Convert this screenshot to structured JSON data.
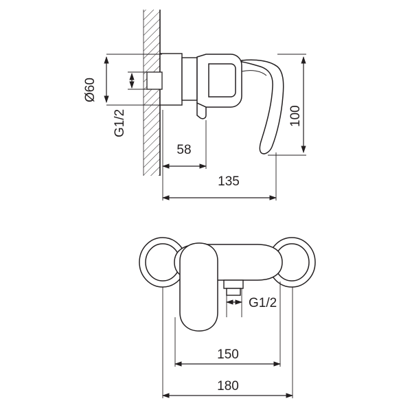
{
  "drawing": {
    "title": "Shower mixer tap technical dimension drawing",
    "stroke_color": "#231f20",
    "fill_color": "#ffffff",
    "background": "#ffffff",
    "views": [
      {
        "name": "side-elevation",
        "description": "Side view of wall-mounted shower mixer with wall hatching"
      },
      {
        "name": "front-elevation",
        "description": "Front view of shower mixer body with two wall escutcheons"
      }
    ],
    "dimensions": {
      "diameter_60": "Ø60",
      "thread_top": "G1/2",
      "depth_58": "58",
      "depth_135": "135",
      "height_100": "100",
      "thread_front": "G1/2",
      "width_150": "150",
      "width_180": "180"
    }
  }
}
